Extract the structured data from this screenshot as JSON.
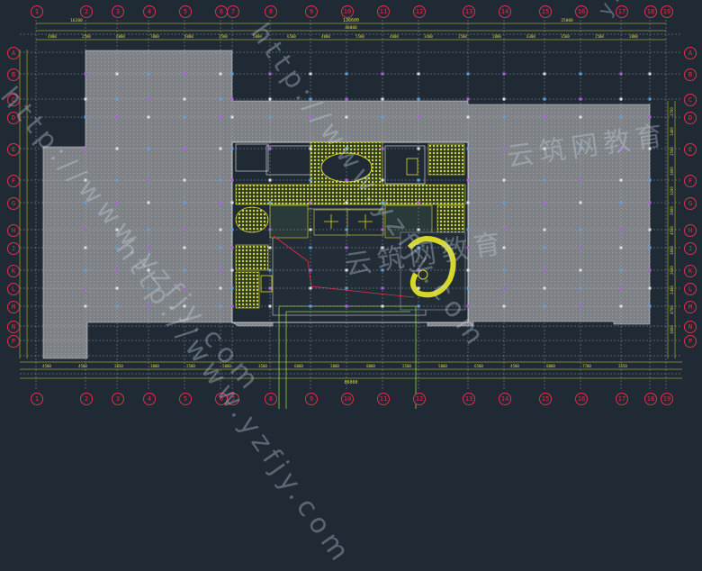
{
  "drawing": {
    "background": "#1f2a35",
    "axis_color": "#e0304a",
    "dim_color": "#d8d830",
    "hatch_color": "#8c8c8c",
    "top_total": "136600",
    "top_mid": "48000",
    "top_right": "25000",
    "top_left": "16200",
    "bottom_total": "86000",
    "top_dims": [
      "4800",
      "2500",
      "6000",
      "7000",
      "6000",
      "3500",
      "5000",
      "6500",
      "4000",
      "5500",
      "4000",
      "3400",
      "2500",
      "2800",
      "6300",
      "3500",
      "2500",
      "2000"
    ],
    "bottom_dims": [
      "4500",
      "4500",
      "2050",
      "3000",
      "2500",
      "5000",
      "3500",
      "6000",
      "2000",
      "8000",
      "2500",
      "5000",
      "6500",
      "4500",
      "8000",
      "7700",
      "2550"
    ],
    "right_dims": [
      "2700",
      "1400",
      "2500",
      "3000",
      "3200",
      "3900",
      "4500",
      "3800",
      "2600",
      "2400",
      "4700",
      "3000"
    ],
    "watermarks": [
      "http://www.yzfjy.com",
      "云筑网教育",
      "yzfjy.com",
      "http://www.yzfjy.com",
      "云筑网教育"
    ]
  }
}
